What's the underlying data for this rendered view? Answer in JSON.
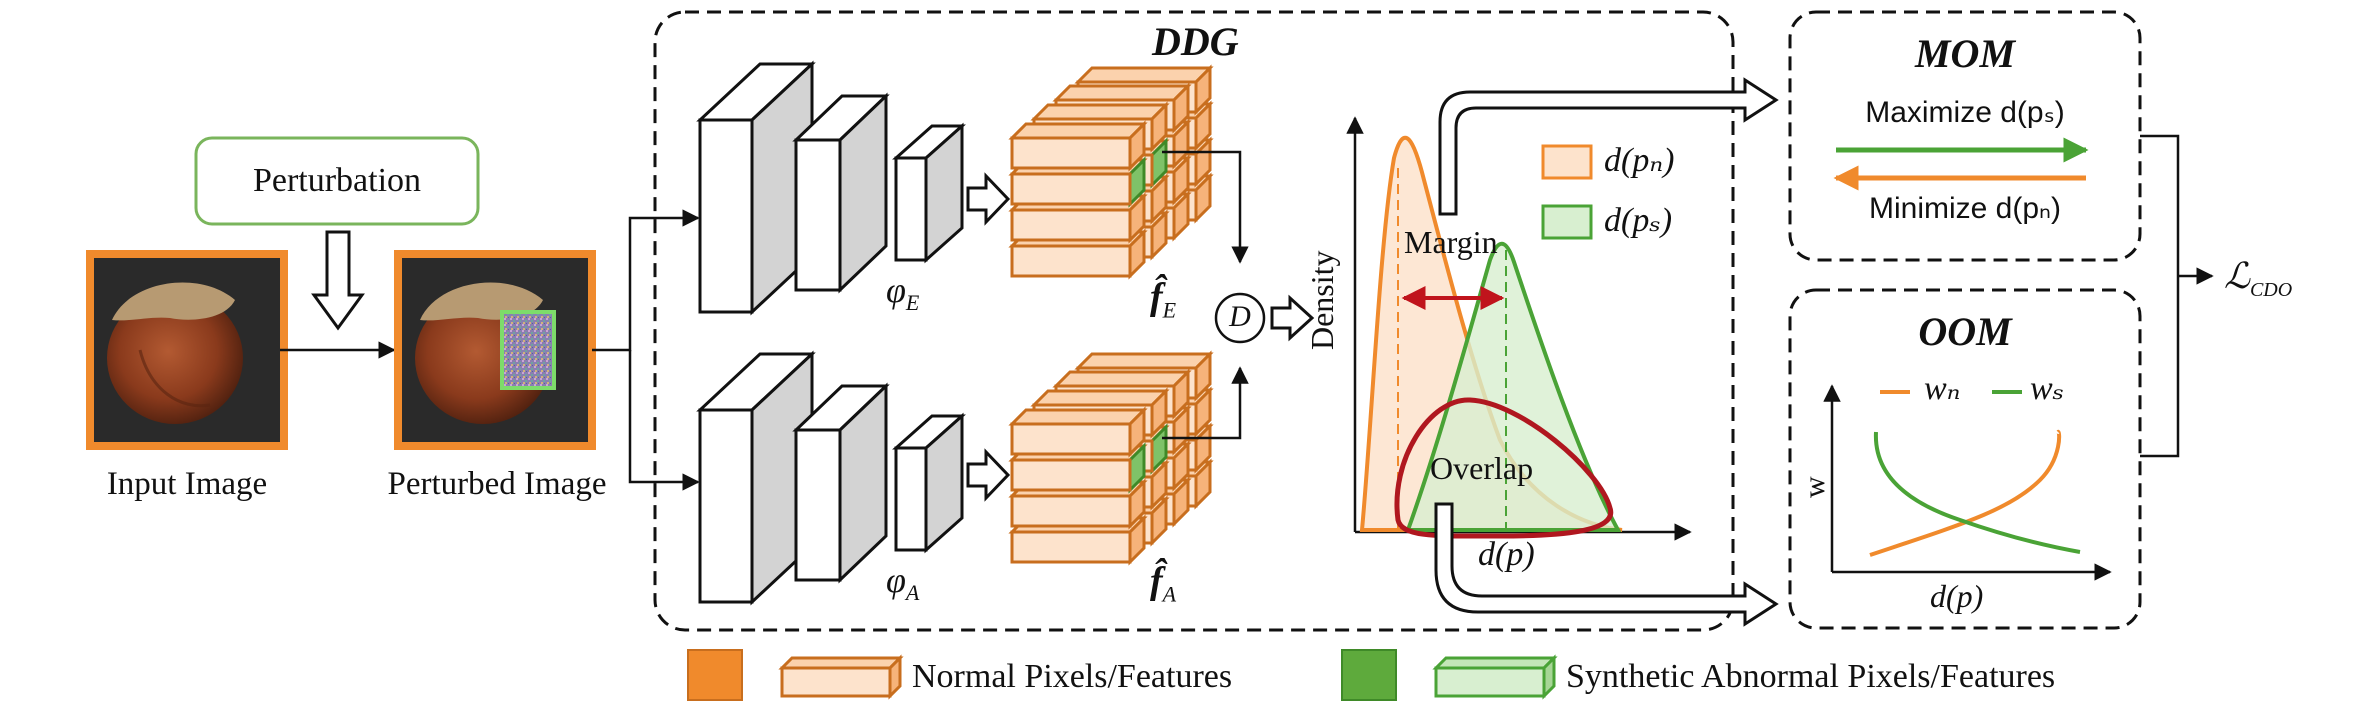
{
  "labels": {
    "perturbation": "Perturbation",
    "input_image": "Input Image",
    "perturbed_image": "Perturbed Image",
    "ddg": "DDG",
    "phi_e": "φ",
    "phi_e_sub": "E",
    "phi_a": "φ",
    "phi_a_sub": "A",
    "f_e": "f̂",
    "f_e_sub": "E",
    "f_a": "f̂",
    "f_a_sub": "A",
    "d_node": "D",
    "density": "Density",
    "margin": "Margin",
    "overlap": "Overlap",
    "dp_axis": "d(p)",
    "legend_pn": "d(pₙ)",
    "legend_ps": "d(pₛ)",
    "mom": "MOM",
    "maximize": "Maximize d(pₛ)",
    "minimize": "Minimize d(pₙ)",
    "oom": "OOM",
    "w_axis": "w",
    "oom_dp_axis": "d(p)",
    "wn": "wₙ",
    "ws": "wₛ",
    "loss": "ℒ",
    "loss_sub": "CDO",
    "legend_normal": "Normal Pixels/Features",
    "legend_abnormal": "Synthetic Abnormal Pixels/Features"
  },
  "icons": {
    "feature_cube": "cube-stack-icon",
    "nut": "hazelnut-image",
    "noise_patch": "noise-patch-icon"
  },
  "colors": {
    "normal": "#f08a2c",
    "normal_fill": "#fde3cc",
    "synthetic": "#4aa336",
    "synthetic_fill": "#d8efd0",
    "overlap": "#b0171f",
    "margin_arrow": "#c0141c",
    "perturbation_border": "#6fb24b"
  }
}
